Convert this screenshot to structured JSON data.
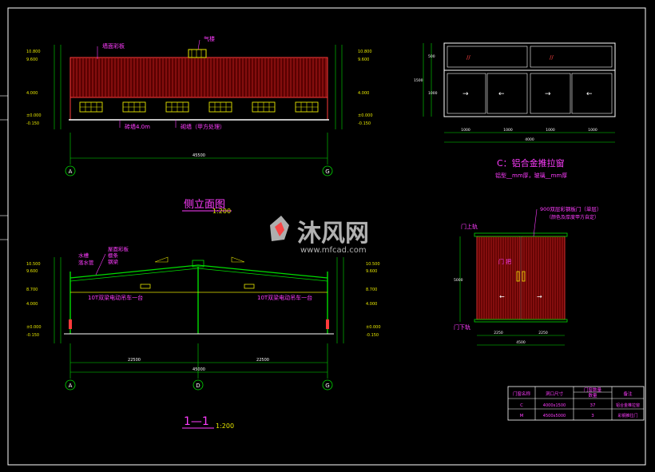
{
  "elevation": {
    "roof_label": "墙面彩板",
    "vent_label": "气楼",
    "bottom_label_left": "砖墙4.0m",
    "bottom_label_right": "砌墙（甲方处理）",
    "dims_left": [
      "10.800",
      "9.600",
      "4.000",
      "±0.000",
      "-0.150"
    ],
    "dims_right": [
      "10.800",
      "9.600",
      "4.000",
      "±0.000",
      "-0.150"
    ],
    "total_width": "45500",
    "axis_left": "A",
    "axis_right": "G",
    "title": "侧立面图",
    "scale": "1:200"
  },
  "section": {
    "labels_left": [
      "水槽",
      "落水管"
    ],
    "labels_roof": [
      "屋面彩板",
      "檩条",
      "钢梁"
    ],
    "crane_left": "10T双梁电动吊车一台",
    "crane_right": "10T双梁电动吊车一台",
    "dims_left": [
      "10.500",
      "9.600",
      "8.700",
      "4.000",
      "±0.000",
      "-0.150"
    ],
    "dims_right": [
      "10.500",
      "9.600",
      "8.700",
      "4.000",
      "±0.000",
      "-0.150"
    ],
    "span_left": "22500",
    "span_right": "22500",
    "total": "45000",
    "axes": [
      "A",
      "D",
      "G"
    ],
    "title": "1—1",
    "scale": "1:200"
  },
  "window": {
    "title": "C：铝合金推拉窗",
    "subtitle": "铝型__mm厚，玻璃__mm厚",
    "widths": [
      "1000",
      "1000",
      "1000",
      "1000"
    ],
    "total": "4000",
    "height_dims": [
      "500",
      "1000",
      "1500"
    ]
  },
  "door": {
    "label_top_track": "门上轨",
    "label_bottom_track": "门下轨",
    "label_handle": "门 把",
    "note_line1": "900双层彩钢板门（单层）",
    "note_line2": "（颜色及厚度甲方自定）",
    "widths": [
      "2250",
      "2250"
    ],
    "total": "4500",
    "height": "5000"
  },
  "table": {
    "header_group": "门窗数量",
    "headers": [
      "门窗名称",
      "洞口尺寸",
      "数量",
      "备注"
    ],
    "rows": [
      {
        "name": "C",
        "size": "4000x1500",
        "qty": "37",
        "note": "铝合金推拉窗"
      },
      {
        "name": "M",
        "size": "4500x5000",
        "qty": "3",
        "note": "彩钢推拉门"
      }
    ]
  },
  "watermark": {
    "brand": "沐风网",
    "url": "www.mfcad.com"
  }
}
